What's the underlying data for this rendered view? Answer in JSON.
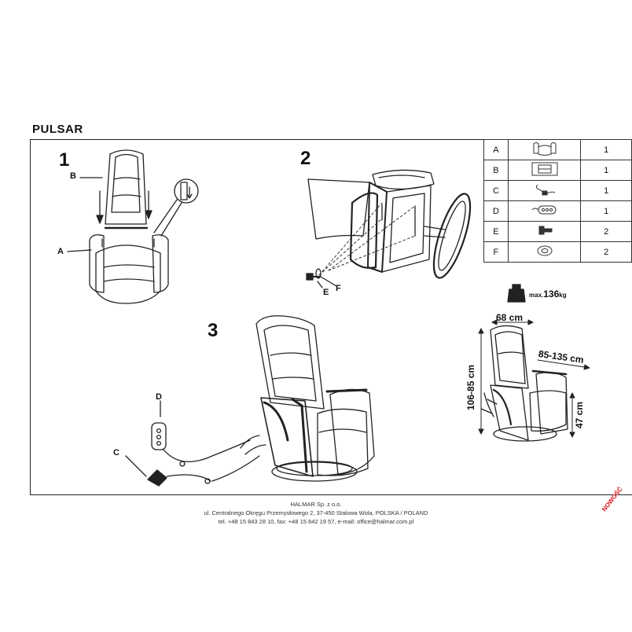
{
  "title": "PULSAR",
  "steps": [
    "1",
    "2",
    "3"
  ],
  "step_labels": {
    "s1_b": "B",
    "s1_a": "A",
    "s2_e": "E",
    "s2_f": "F",
    "s3_d": "D",
    "s3_c": "C"
  },
  "parts": [
    {
      "letter": "A",
      "icon": "armchair-base-icon",
      "qty": "1"
    },
    {
      "letter": "B",
      "icon": "backrest-icon",
      "qty": "1"
    },
    {
      "letter": "C",
      "icon": "power-adapter-icon",
      "qty": "1"
    },
    {
      "letter": "D",
      "icon": "remote-control-icon",
      "qty": "1"
    },
    {
      "letter": "E",
      "icon": "bolt-icon",
      "qty": "2"
    },
    {
      "letter": "F",
      "icon": "washer-icon",
      "qty": "2"
    }
  ],
  "weight": {
    "prefix": "max.",
    "value": "136",
    "unit": "kg"
  },
  "dimensions": {
    "width": "68 cm",
    "depth": "85-135 cm",
    "height": "106-85 cm",
    "seat_height": "47 cm"
  },
  "footer": {
    "company": "HALMAR Sp. z o.o.",
    "address": "ul. Centralnego Okręgu Przemysłowego 2, 37-450 Stalowa Wola, POLSKA / POLAND",
    "contact": "tel. +48 15 843 28 10, fax: +48 15 842 19 57, e-mail: office@halmar.com.pl"
  },
  "stamp": "NOWOŚĆ"
}
